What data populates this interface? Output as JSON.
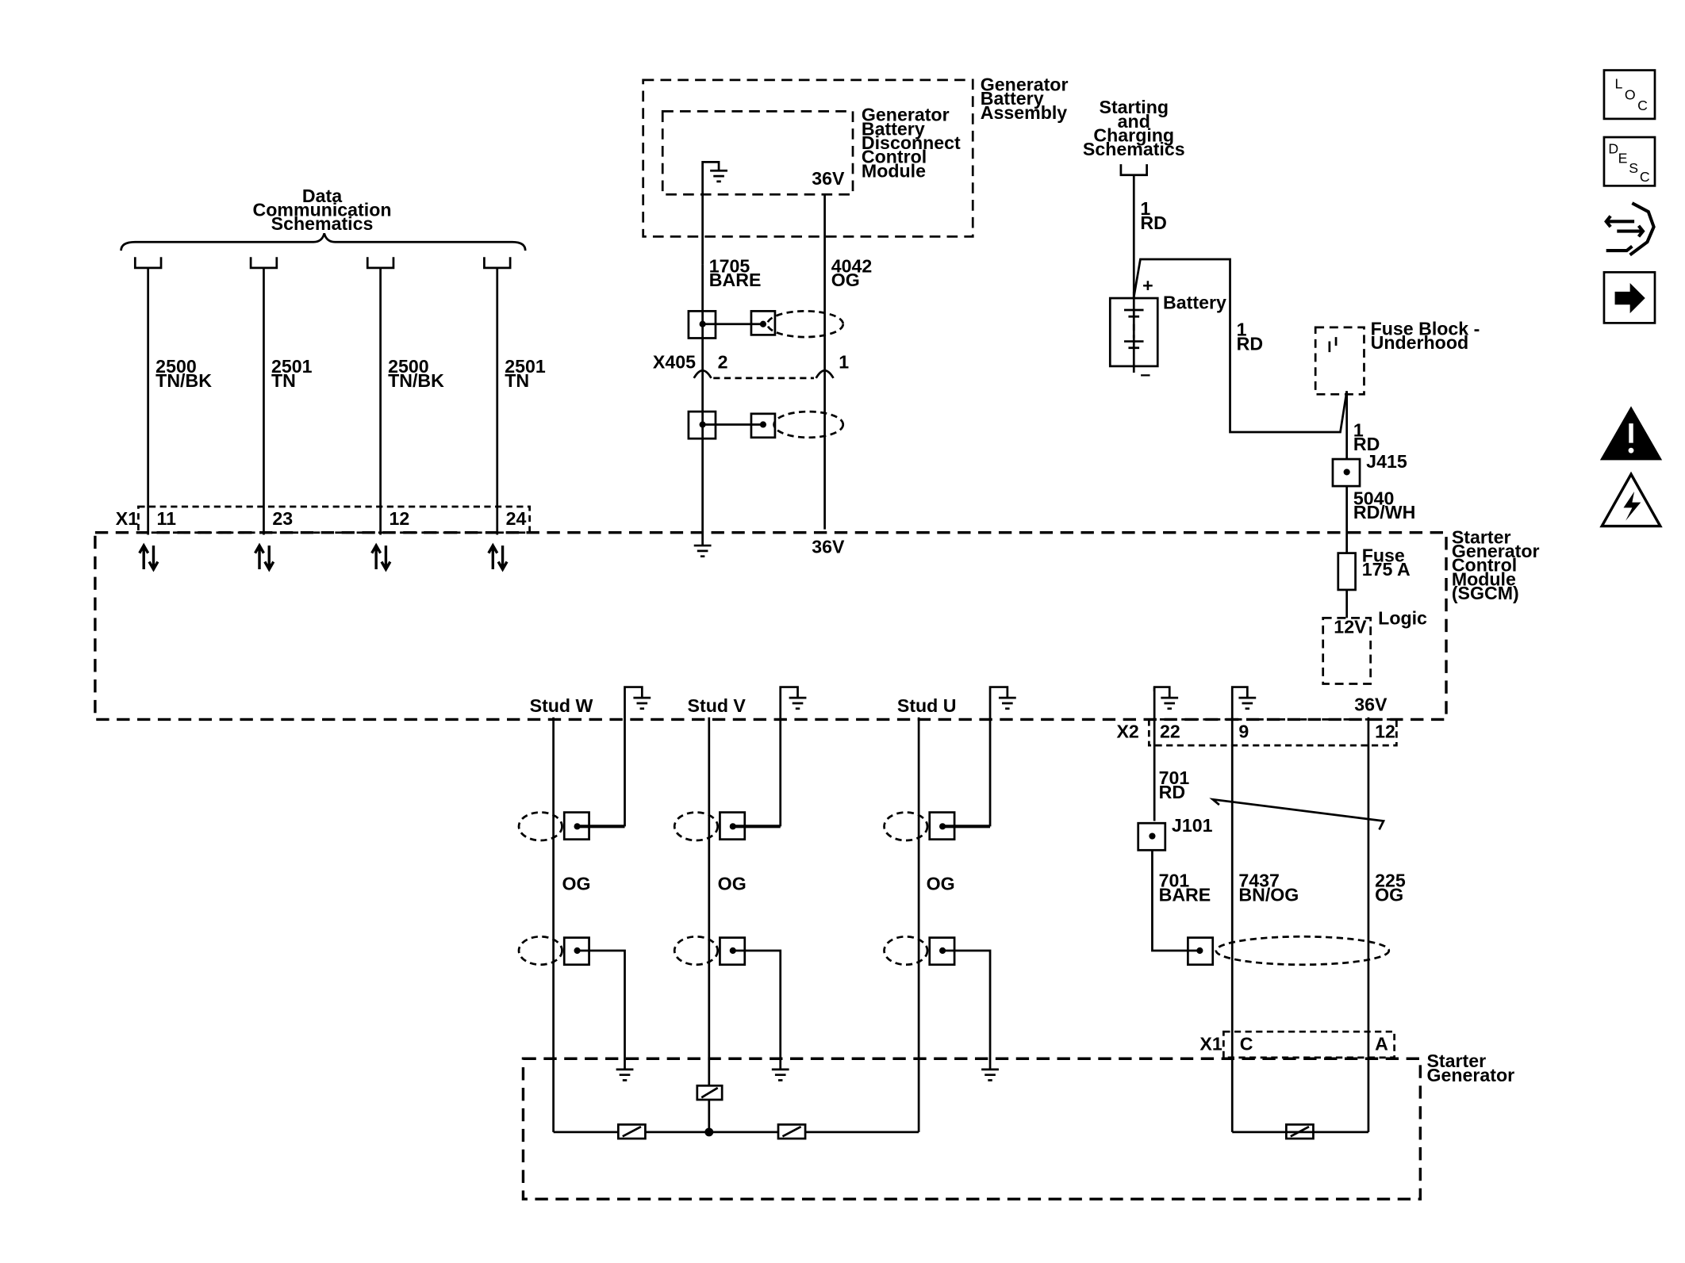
{
  "labels": {
    "gen_batt_assembly": [
      "Generator",
      "Battery",
      "Assembly"
    ],
    "gen_batt_disconnect": [
      "Generator",
      "Battery",
      "Disconnect",
      "Control",
      "Module"
    ],
    "starting_charging": [
      "Starting",
      "and",
      "Charging",
      "Schematics"
    ],
    "data_comm": [
      "Data",
      "Communication",
      "Schematics"
    ],
    "sgcm": [
      "Starter",
      "Generator",
      "Control",
      "Module",
      "(SGCM)"
    ],
    "starter_generator": [
      "Starter",
      "Generator"
    ],
    "fuse_block": [
      "Fuse Block -",
      "Underhood"
    ],
    "battery": "Battery",
    "battery_plus": "+",
    "battery_minus": "–",
    "fuse": [
      "Fuse",
      "175 A"
    ],
    "logic": "Logic",
    "v12": "12V",
    "v36_module": "36V",
    "v36_sgcm": "36V",
    "v36_x2": "36V",
    "x405": "X405",
    "x405_pin2": "2",
    "x405_pin1": "1",
    "x1_top": "X1",
    "x1_pins": [
      "11",
      "23",
      "12",
      "24"
    ],
    "x2": "X2",
    "x2_pins": [
      "22",
      "9",
      "12"
    ],
    "x1_bottom": "X1",
    "x1_bottom_pins": [
      "C",
      "A"
    ],
    "stud_w": "Stud W",
    "stud_v": "Stud V",
    "stud_u": "Stud U",
    "j415": "J415",
    "j101": "J101"
  },
  "wires": {
    "data_1": [
      "2500",
      "TN/BK"
    ],
    "data_2": [
      "2501",
      "TN"
    ],
    "data_3": [
      "2500",
      "TN/BK"
    ],
    "data_4": [
      "2501",
      "TN"
    ],
    "w1705": [
      "1705",
      "BARE"
    ],
    "w4042": [
      "4042",
      "OG"
    ],
    "rd_top": [
      "1",
      "RD"
    ],
    "rd_mid": [
      "1",
      "RD"
    ],
    "rd_fuse": [
      "1",
      "RD"
    ],
    "w5040": [
      "5040",
      "RD/WH"
    ],
    "w701_rd": [
      "701",
      "RD"
    ],
    "w701_bare": [
      "701",
      "BARE"
    ],
    "w7437": [
      "7437",
      "BN/OG"
    ],
    "w225": [
      "225",
      "OG"
    ],
    "og_w": "OG",
    "og_v": "OG",
    "og_u": "OG"
  },
  "side_buttons": [
    {
      "name": "loc-button",
      "icon": "loc-icon",
      "letters": [
        "L",
        "O",
        "C"
      ]
    },
    {
      "name": "desc-button",
      "icon": "desc-icon",
      "letters": [
        "D",
        "E",
        "S",
        "C"
      ]
    },
    {
      "name": "connector-button",
      "icon": "connector-repair-icon"
    },
    {
      "name": "next-button",
      "icon": "right-arrow-icon"
    }
  ],
  "warning_icons": [
    "caution-icon",
    "high-voltage-icon"
  ]
}
